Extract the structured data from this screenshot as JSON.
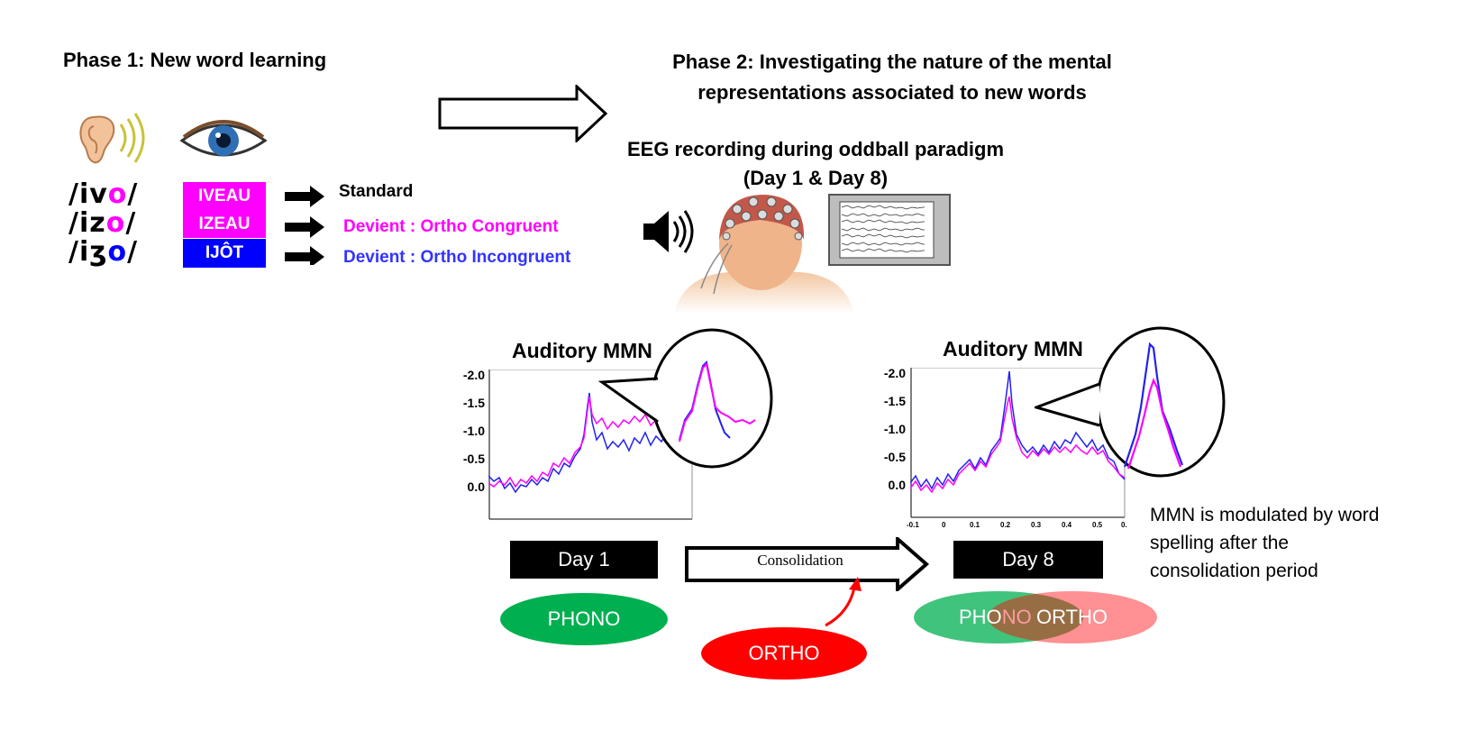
{
  "phase1": {
    "title": "Phase 1: New word learning",
    "items": [
      {
        "phon_pre": "/iv",
        "phon_vowel": "o",
        "phon_post": "/",
        "vowel_color": "#ff00ff",
        "word": "IVEAU",
        "word_bg": "#ff00ff",
        "condition": "Standard",
        "condition_color": "#000000"
      },
      {
        "phon_pre": "/iz",
        "phon_vowel": "o",
        "phon_post": "/",
        "vowel_color": "#ff00ff",
        "word": "IZEAU",
        "word_bg": "#ff00ff",
        "condition": "Devient : Ortho Congruent",
        "condition_color": "#ff00ff"
      },
      {
        "phon_pre": "/iʒ",
        "phon_vowel": "o",
        "phon_post": "/",
        "vowel_color": "#0000ff",
        "word": "IJÔT",
        "word_bg": "#0000ff",
        "condition": "Devient : Ortho Incongruent",
        "condition_color": "#3333ff"
      }
    ]
  },
  "phase2": {
    "title_line1": "Phase 2: Investigating the nature of the mental",
    "title_line2": "representations associated to new words",
    "eeg_line1": "EEG recording during oddball paradigm",
    "eeg_line2": "(Day 1 & Day 8)"
  },
  "panels": [
    {
      "title": "Auditory MMN",
      "yticks": [
        "-2.0",
        "-1.5",
        "-1.0",
        "-0.5",
        "0.0"
      ],
      "day_label": "Day 1"
    },
    {
      "title": "Auditory MMN",
      "yticks": [
        "-2.0",
        "-1.5",
        "-1.0",
        "-0.5",
        "0.0"
      ],
      "day_label": "Day 8",
      "xticks": [
        "-0.1",
        "0",
        "0.1",
        "0.2",
        "0.3",
        "0.4",
        "0.5",
        "0."
      ]
    }
  ],
  "consolidation_label": "Consolidation",
  "ellipses": {
    "phono": "PHONO",
    "ortho": "ORTHO",
    "combined_phono_a": "PHO",
    "combined_phono_b": "NO",
    "combined_ortho": "ORTHO"
  },
  "note": "MMN is modulated by word spelling after the consolidation period",
  "colors": {
    "magenta": "#ff00ff",
    "blue": "#2222ee",
    "green": "#00b050",
    "red": "#ff0000",
    "salmon": "#ff7c80"
  }
}
